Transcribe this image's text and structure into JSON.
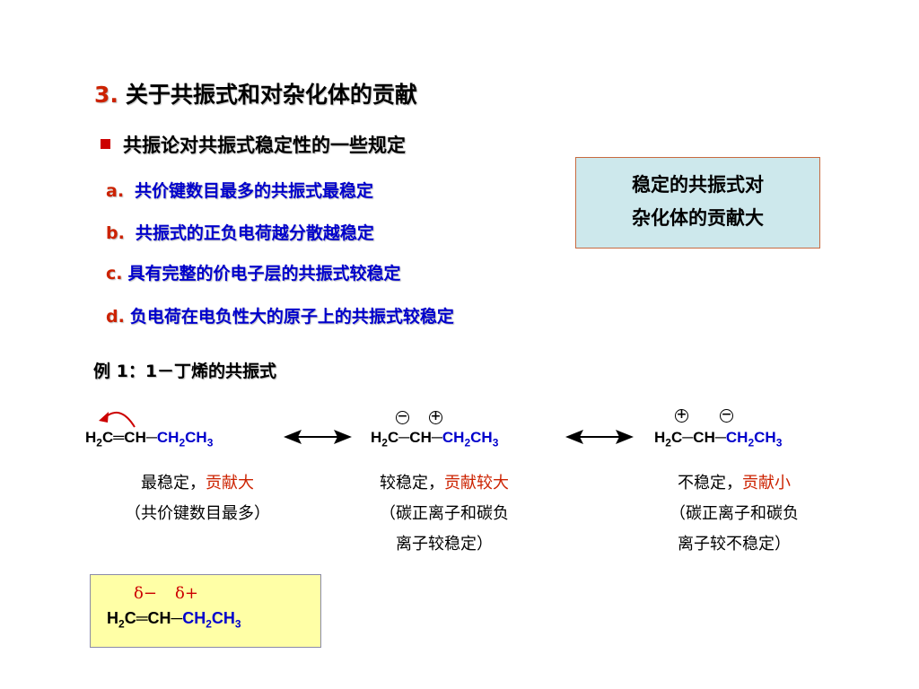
{
  "title": {
    "number": "3.",
    "text": "关于共振式和对杂化体的贡献"
  },
  "bullet_heading": "共振论对共振式稳定性的一些规定",
  "rules": [
    {
      "letter": "a.",
      "text": "共价键数目最多的共振式最稳定"
    },
    {
      "letter": "b.",
      "text": "共振式的正负电荷越分散越稳定"
    },
    {
      "letter": "c.",
      "text": "具有完整的价电子层的共振式较稳定"
    },
    {
      "letter": "d.",
      "text": "负电荷在电负性大的原子上的共振式较稳定"
    }
  ],
  "note_box": {
    "line1": "稳定的共振式对",
    "line2": "杂化体的贡献大"
  },
  "example": "例 1：1－丁烯的共振式",
  "structures": [
    {
      "formula": {
        "a": "H",
        "a_sub": "2",
        "b": "C",
        "bond1": "═",
        "c": "CH",
        "bond2": "─",
        "tail": "CH",
        "tail_sub": "2",
        "tail_end": "CH",
        "tail_sub2": "3"
      },
      "desc1_black": "最稳定，",
      "desc1_red": "贡献大",
      "desc2": "（共价键数目最多）"
    },
    {
      "formula": {
        "a": "H",
        "a_sub": "2",
        "b": "C",
        "bond1": "─",
        "c": "CH",
        "bond2": "─",
        "tail": "CH",
        "tail_sub": "2",
        "tail_end": "CH",
        "tail_sub2": "3"
      },
      "charges": [
        "−",
        "+"
      ],
      "desc1_black": "较稳定，",
      "desc1_red": "贡献较大",
      "desc2": "（碳正离子和碳负",
      "desc3": "离子较稳定）"
    },
    {
      "formula": {
        "a": "H",
        "a_sub": "2",
        "b": "C",
        "bond1": "─",
        "c": "CH",
        "bond2": "─",
        "tail": "CH",
        "tail_sub": "2",
        "tail_end": "CH",
        "tail_sub2": "3"
      },
      "charges": [
        "+",
        "−"
      ],
      "desc1_black": "不稳定，",
      "desc1_red": "贡献小",
      "desc2": "（碳正离子和碳负",
      "desc3": "离子较不稳定）"
    }
  ],
  "partial": {
    "delta_minus": "δ−",
    "delta_plus": "δ+",
    "formula": {
      "a": "H",
      "a_sub": "2",
      "b": "C",
      "bond1": "═",
      "c": "CH",
      "bond2": "─",
      "tail": "CH",
      "tail_sub": "2",
      "tail_end": "CH",
      "tail_sub2": "3"
    }
  },
  "colors": {
    "red": "#cc2200",
    "blue": "#0000cc",
    "note_bg": "#cde8ec",
    "partial_bg": "#ffffa6"
  },
  "icons": [
    "bullet-square-icon",
    "curved-arrow-icon",
    "resonance-arrow-icon",
    "negative-charge-icon",
    "positive-charge-icon"
  ]
}
